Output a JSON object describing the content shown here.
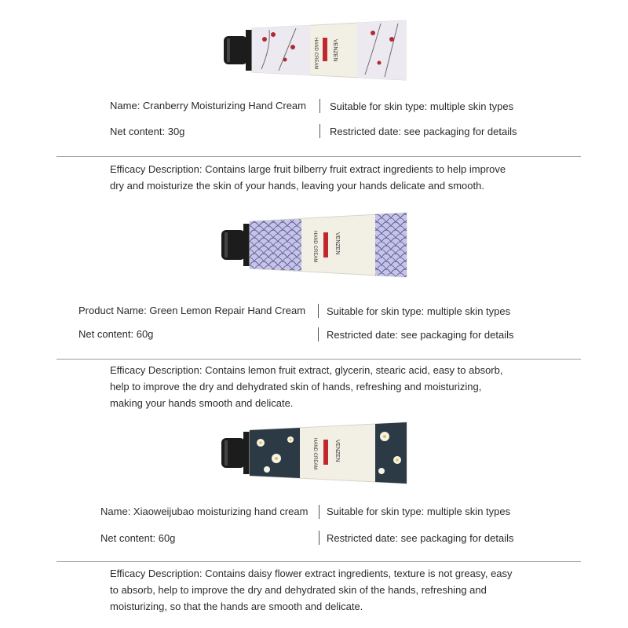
{
  "products": [
    {
      "brand": "VENZEN",
      "tube_label": "HAND CREAM",
      "name_label": "Name",
      "name_value": ": Cranberry Moisturizing Hand Cream",
      "skin_type": "Suitable for skin type: multiple skin types",
      "net_label": "Net",
      "net_value": " content: 30g",
      "restricted": "Restricted date: see packaging for details",
      "efficacy_lines": [
        "Efficacy Description: Contains large fruit bilberry fruit extract ingredients to help improve",
        "dry and moisturize the skin of your hands, leaving your hands delicate and smooth."
      ]
    },
    {
      "brand": "VENZEN",
      "tube_label": "HAND CREAM",
      "name_label": "Product Name",
      "name_value": ": Green Lemon Repair Hand Cream",
      "skin_type": "Suitable for skin type: multiple skin types",
      "net_label": "Net content",
      "net_value": ": 60g",
      "restricted": "Restricted date: see packaging for details",
      "efficacy_lines": [
        "Efficacy Description: Contains lemon fruit extract, glycerin, stearic acid, easy to absorb,",
        "help to improve the dry and dehydrated skin of hands, refreshing and moisturizing,",
        "making your hands smooth and delicate."
      ]
    },
    {
      "brand": "VENZEN",
      "tube_label": "HAND CREAM",
      "name_label": "Name",
      "name_value": ": Xiaoweijubao moisturizing hand cream",
      "skin_type": "Suitable for skin type: multiple skin types",
      "net_label": "Net c",
      "net_value": "ontent: 60g",
      "restricted": "Restricted date: see packaging for details",
      "efficacy_lines": [
        "Efficacy Description: Contains daisy flower extract ingredients, texture is not greasy, easy",
        "to absorb, help to improve the dry and dehydrated skin of the hands, refreshing and",
        "moisturizing, so that the hands are smooth and delicate."
      ]
    }
  ],
  "colors": {
    "tube_body": "#f2efe4",
    "cranberry_band": "#eceaf0",
    "lemon_band": "#b8b6e0",
    "daisy_band": "#2c3a45",
    "cap": "#1c1c1c",
    "brand_red": "#c0282d"
  }
}
